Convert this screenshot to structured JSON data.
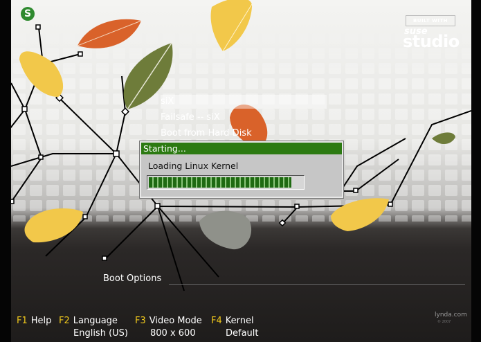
{
  "branding": {
    "logo_letter": "S",
    "built_with": "BUILT WITH",
    "brand_top": "suse",
    "brand_main": "studio"
  },
  "menu": {
    "items": [
      {
        "label": "siX",
        "selected": true
      },
      {
        "label": "Failsafe -- siX",
        "selected": false
      },
      {
        "label": "Boot from Hard Disk",
        "selected": false
      }
    ]
  },
  "dialog": {
    "title": "Starting...",
    "message": "Loading Linux Kernel",
    "progress_fraction": 0.93
  },
  "boot_options": {
    "label": "Boot Options",
    "value": ""
  },
  "function_keys": [
    {
      "key": "F1",
      "label": "Help",
      "value": ""
    },
    {
      "key": "F2",
      "label": "Language",
      "value": "English (US)"
    },
    {
      "key": "F3",
      "label": "Video Mode",
      "value": "800 x 600"
    },
    {
      "key": "F4",
      "label": "Kernel",
      "value": "Default"
    }
  ],
  "watermark": {
    "text": "lynda.com",
    "sub": "© 2007"
  },
  "colors": {
    "dialog_title": "#2c7a12",
    "progress_fill": "#1f6a12",
    "fkey_accent": "#f0c81c",
    "leaf_yellow": "#f2c84a",
    "leaf_orange": "#d9622a",
    "leaf_olive": "#6e7c3a",
    "leaf_grey": "#8f918a"
  }
}
